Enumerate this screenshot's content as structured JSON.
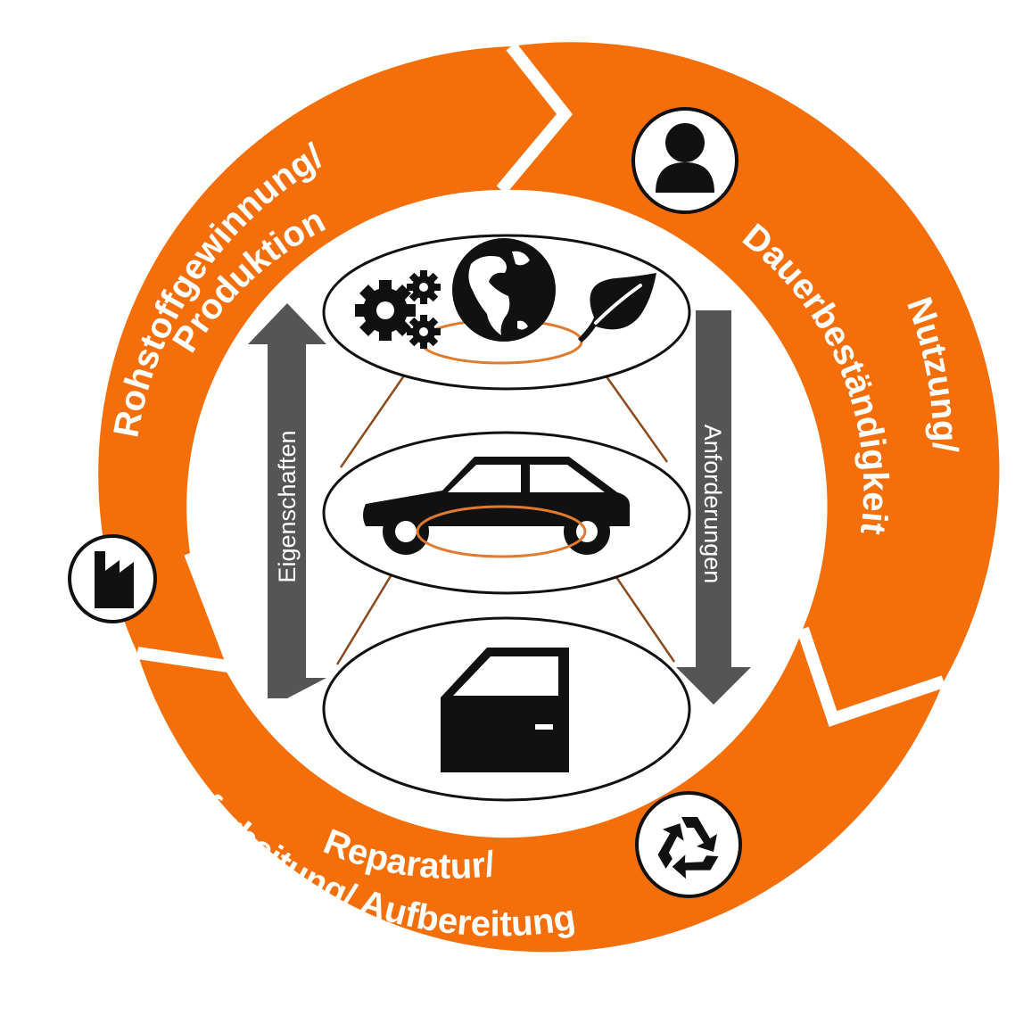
{
  "colors": {
    "ring": "#f46f0a",
    "arrow": "#555555",
    "icon": "#111111",
    "lens_line": "#8a4a1c",
    "lens_ring": "#e07a2e"
  },
  "segments": {
    "production": {
      "line1": "Rohstoffgewinnung/",
      "line2": "Produktion",
      "icon": "factory-icon"
    },
    "usage": {
      "line1": "Nutzung/",
      "line2": "Dauerbeständigkeit",
      "icon": "user-icon"
    },
    "repair": {
      "line1": "Reparatur/",
      "line2": "Aufarbeitung/ Aufbereitung",
      "icon": "recycle-icon"
    }
  },
  "levels": [
    {
      "name": "environment",
      "icons": [
        "gears-icon",
        "globe-icon",
        "leaf-icon"
      ]
    },
    {
      "name": "vehicle",
      "icons": [
        "car-icon"
      ]
    },
    {
      "name": "component",
      "icons": [
        "car-door-icon"
      ]
    }
  ],
  "arrows": {
    "up": "Eigenschaften",
    "down": "Anforderungen"
  }
}
